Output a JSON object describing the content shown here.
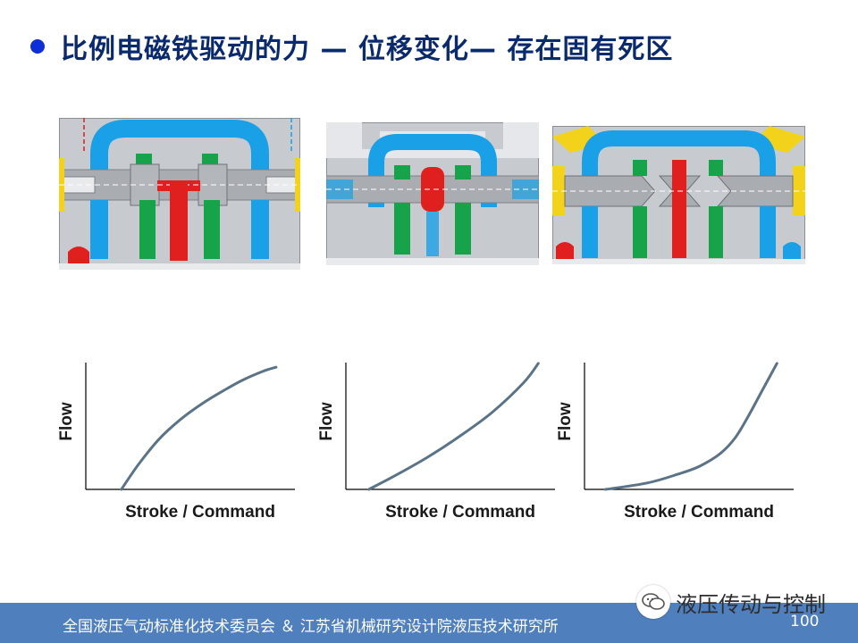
{
  "title": "比例电磁铁驱动的力 — 位移变化— 存在固有死区",
  "colors": {
    "bullet": "#0c2fd6",
    "title": "#0a2a6e",
    "footer": "#4f7fbd",
    "tank": "#1aa0e6",
    "pressure": "#e0201e",
    "work_port": "#16a349",
    "body": "#bfc3c8",
    "spool": "#a9adb2",
    "curve": "#5b7387"
  },
  "icons": {
    "bullet": "circle-bullet-icon",
    "watermark": "wechat-chat-bubble-icon"
  },
  "diagrams": [
    {
      "name": "valve-cross-section-a"
    },
    {
      "name": "valve-cross-section-b"
    },
    {
      "name": "valve-cross-section-c"
    }
  ],
  "chart_data": [
    {
      "type": "line",
      "xlabel": "Stroke / Command",
      "ylabel": "Flow",
      "xlim": [
        0,
        1
      ],
      "ylim": [
        0,
        1
      ],
      "x": [
        0.17,
        0.25,
        0.35,
        0.45,
        0.55,
        0.65,
        0.75,
        0.85,
        0.91
      ],
      "y": [
        0.0,
        0.19,
        0.39,
        0.54,
        0.66,
        0.76,
        0.85,
        0.92,
        0.95
      ]
    },
    {
      "type": "line",
      "xlabel": "Stroke / Command",
      "ylabel": "Flow",
      "xlim": [
        0,
        1
      ],
      "ylim": [
        0,
        1
      ],
      "x": [
        0.11,
        0.25,
        0.4,
        0.55,
        0.7,
        0.85,
        0.92
      ],
      "y": [
        0.0,
        0.12,
        0.26,
        0.42,
        0.6,
        0.83,
        0.98
      ]
    },
    {
      "type": "line",
      "xlabel": "Stroke / Command",
      "ylabel": "Flow",
      "xlim": [
        0,
        1
      ],
      "ylim": [
        0,
        1
      ],
      "x": [
        0.1,
        0.3,
        0.45,
        0.55,
        0.65,
        0.72,
        0.78,
        0.85,
        0.92
      ],
      "y": [
        0.0,
        0.05,
        0.12,
        0.18,
        0.28,
        0.4,
        0.56,
        0.77,
        0.98
      ]
    }
  ],
  "footer": {
    "text": "全国液压气动标准化技术委员会 ＆ 江苏省机械研究设计院液压技术研究所",
    "watermark": "液压传动与控制",
    "page_number": "100"
  }
}
